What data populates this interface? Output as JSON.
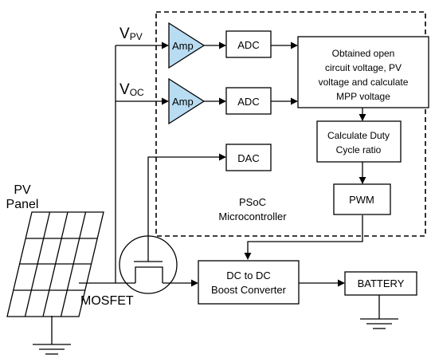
{
  "labels": {
    "vpv_main": "V",
    "vpv_sub": "PV",
    "voc_main": "V",
    "voc_sub": "OC",
    "amp1": "Amp",
    "amp2": "Amp",
    "adc1": "ADC",
    "adc2": "ADC",
    "obtain_line1": "Obtained open",
    "obtain_line2": "circuit voltage, PV",
    "obtain_line3": "voltage and calculate",
    "obtain_line4": "MPP voltage",
    "duty_line1": "Calculate Duty",
    "duty_line2": "Cycle ratio",
    "dac": "DAC",
    "pwm": "PWM",
    "psoc_line1": "PSoC",
    "psoc_line2": "Microcontroller",
    "pv_line1": "PV",
    "pv_line2": "Panel",
    "mosfet": "MOSFET",
    "dcdc_line1": "DC to DC",
    "dcdc_line2": "Boost Converter",
    "battery": "BATTERY"
  },
  "colors": {
    "amplifier_fill": "#b8dcf2",
    "line": "#000000"
  }
}
